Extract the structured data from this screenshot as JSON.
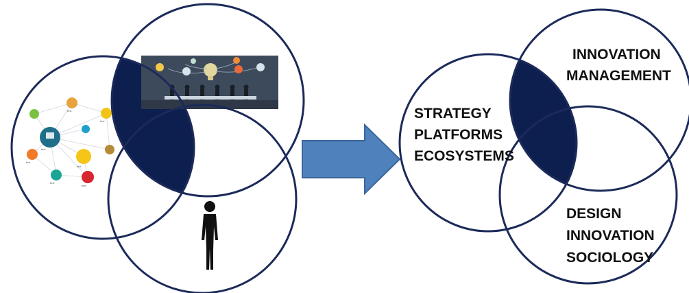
{
  "right_labels": {
    "top": [
      "INNOVATION",
      "MANAGEMENT"
    ],
    "left": [
      "STRATEGY",
      "PLATFORMS",
      "ECOSYSTEMS"
    ],
    "bottom": [
      "DESIGN",
      "INNOVATION",
      "SOCIOLOGY"
    ]
  },
  "colors": {
    "circle_stroke": "#1c2a5a",
    "intersection_fill": "#0d1f4f",
    "arrow_fill": "#4f81bd",
    "arrow_stroke": "#3a6699",
    "photo_background": "#3d4a5c",
    "figure_fill": "#111111"
  },
  "icons": {
    "left_top": "business-meeting-image",
    "left_left": "network-mindmap-image",
    "left_bottom": "human-silhouette-icon",
    "center": "right-arrow-icon"
  }
}
